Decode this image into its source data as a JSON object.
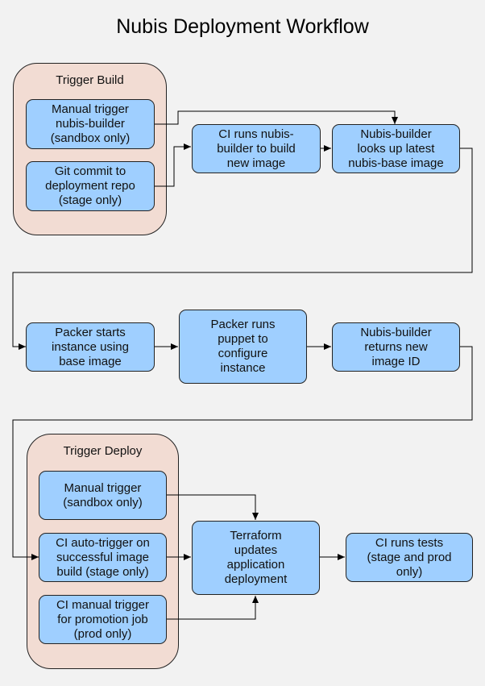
{
  "title": "Nubis Deployment Workflow",
  "groups": {
    "trigger_build": "Trigger Build",
    "trigger_deploy": "Trigger Deploy"
  },
  "nodes": {
    "manual_build": "Manual trigger\nnubis-builder\n(sandbox only)",
    "git_commit": "Git commit to\ndeployment repo\n(stage only)",
    "ci_runs_builder": "CI runs nubis-\nbuilder to build\nnew image",
    "builder_lookup": "Nubis-builder\nlooks up latest\nnubis-base image",
    "packer_starts": "Packer starts\ninstance using\nbase image",
    "packer_puppet": "Packer runs\npuppet to\nconfigure\ninstance",
    "builder_returns": "Nubis-builder\nreturns new\nimage ID",
    "manual_deploy": "Manual trigger\n(sandbox only)",
    "ci_auto": "CI auto-trigger on\nsuccessful image\nbuild (stage only)",
    "ci_manual_promo": "CI manual trigger\nfor promotion job\n(prod only)",
    "terraform": "Terraform\nupdates\napplication\ndeployment",
    "ci_tests": "CI runs tests\n(stage and prod\nonly)"
  }
}
